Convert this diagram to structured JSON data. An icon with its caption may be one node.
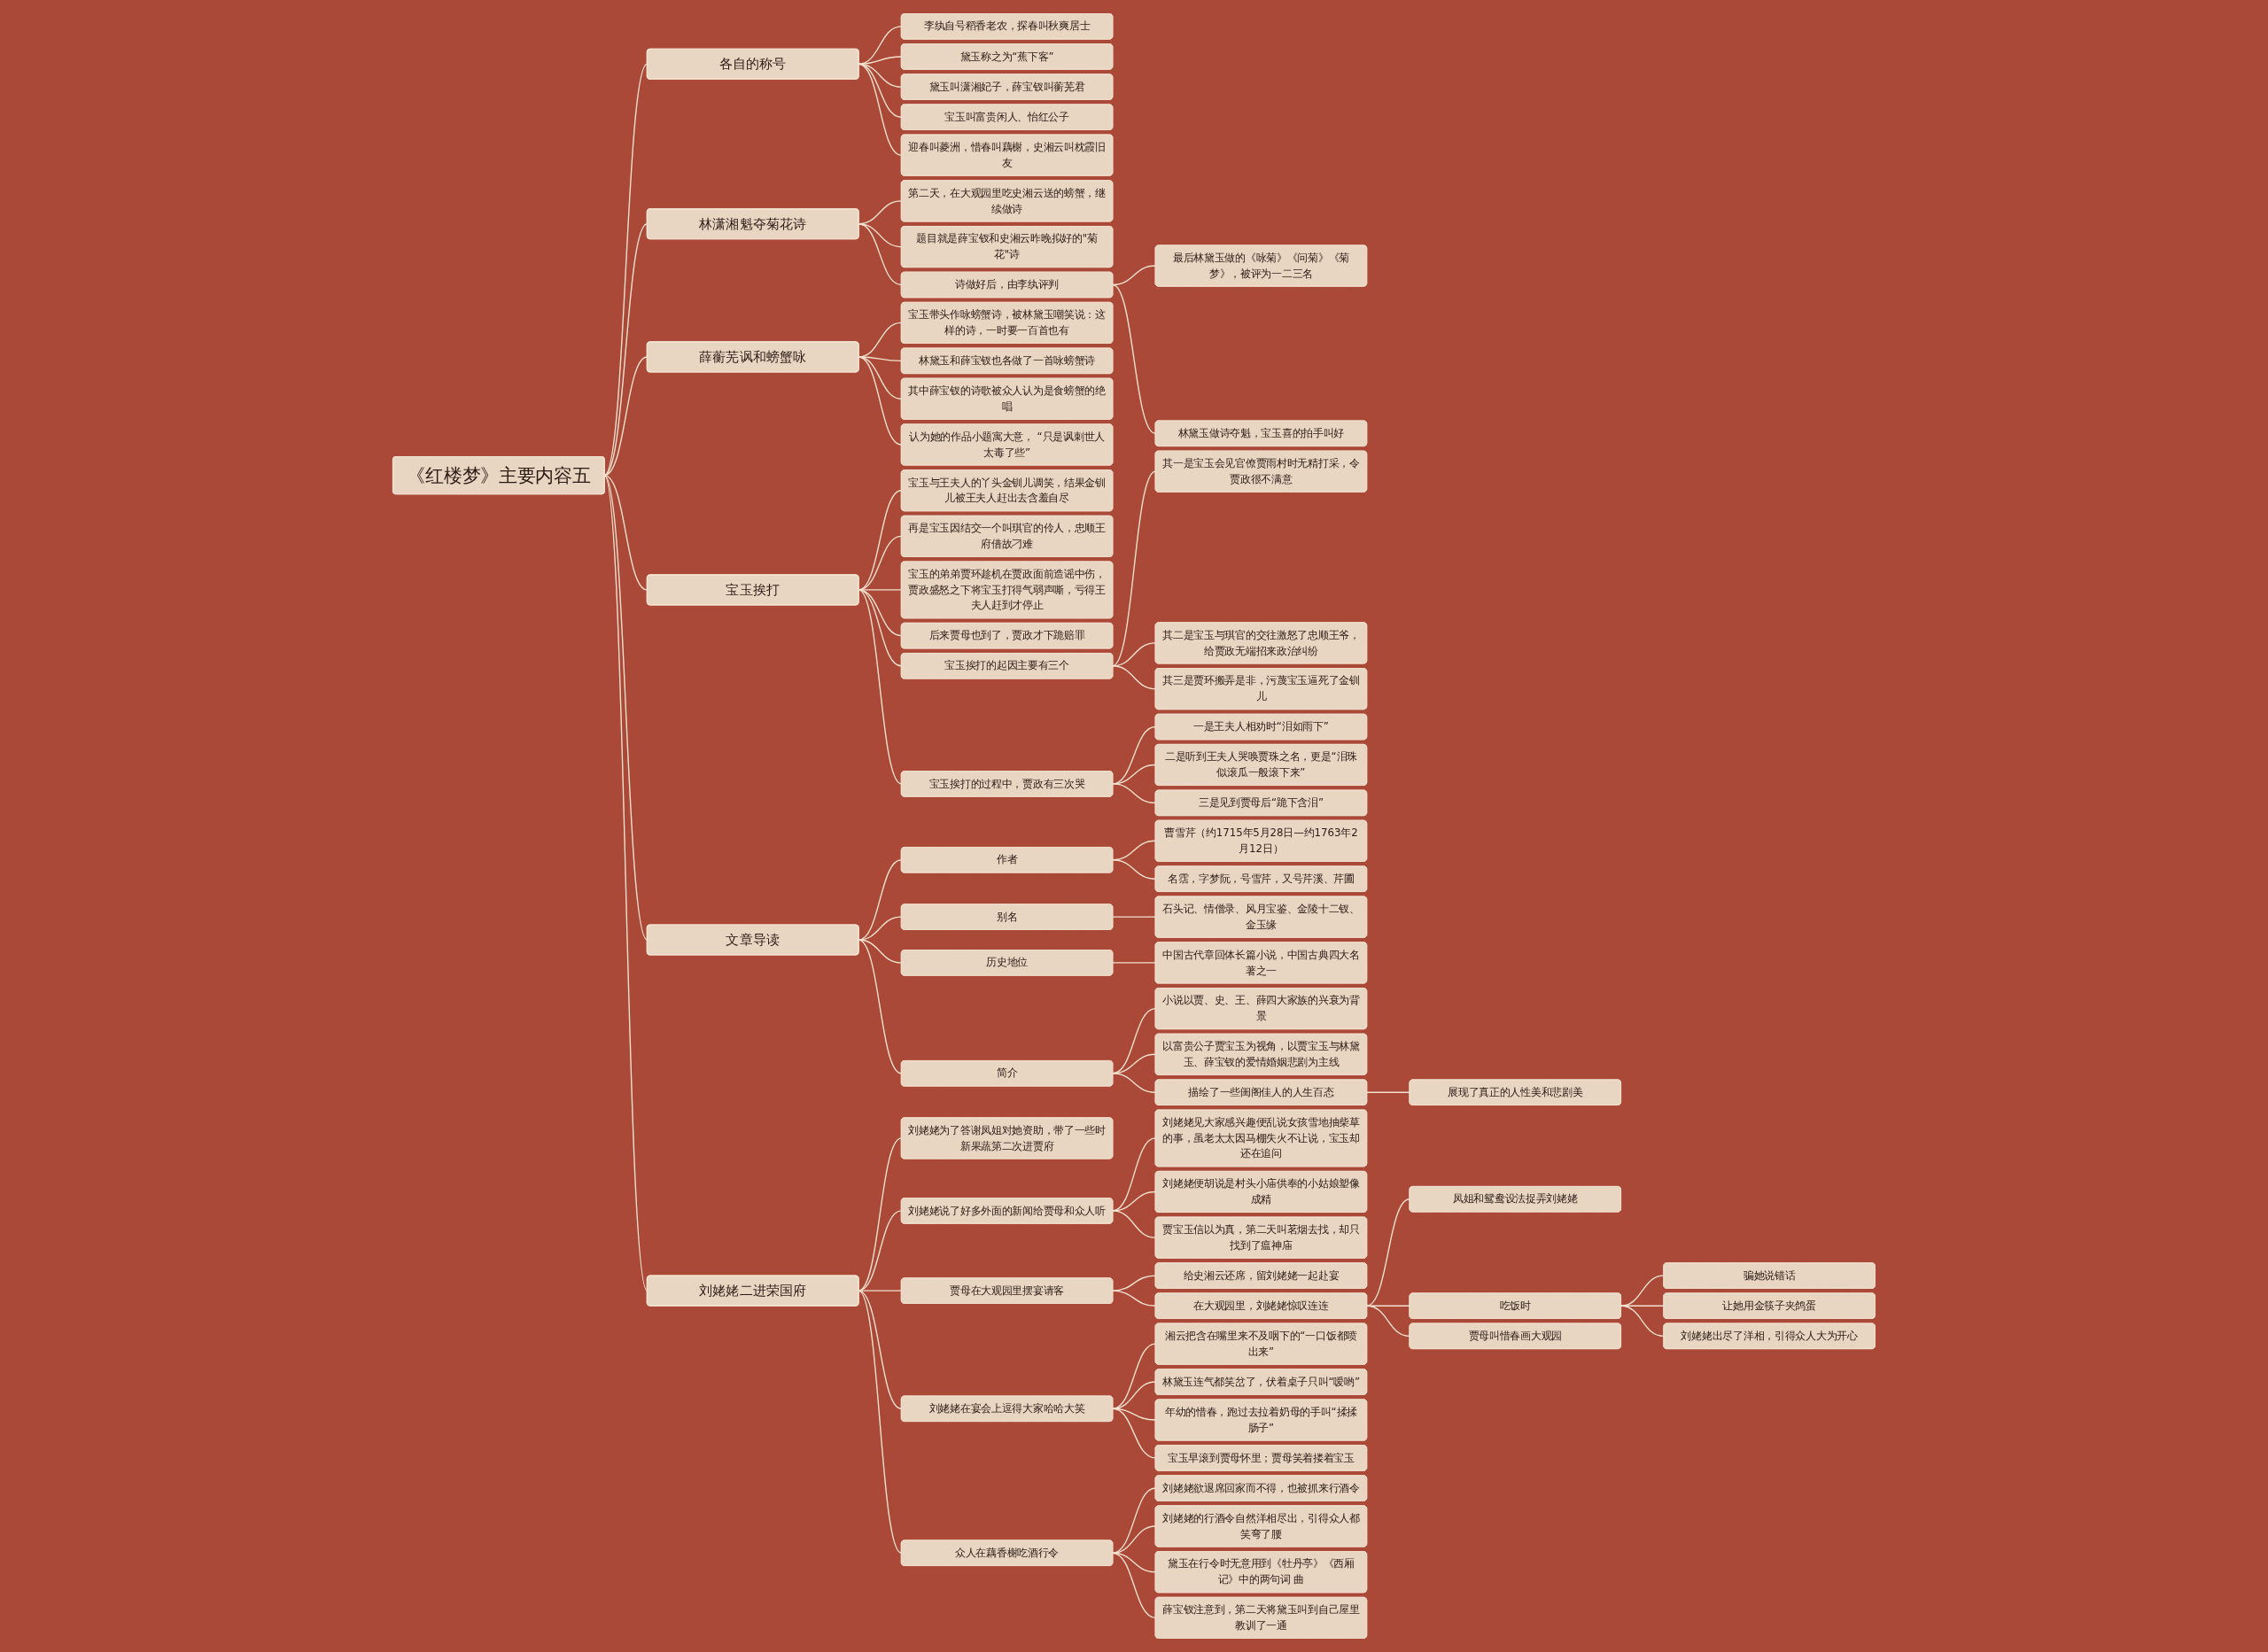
{
  "diagram": {
    "nodes": [
      {
        "text": [
          "《红楼梦》主要内容五"
        ]
      },
      {
        "text": [
          "各自的称号"
        ]
      },
      {
        "text": [
          "李纨自号稻香老农，探春叫秋爽居士"
        ]
      },
      {
        "text": [
          "黛玉称之为“蕉下客”"
        ]
      },
      {
        "text": [
          "黛玉叫潇湘妃子，薛宝钗叫蘅芜君"
        ]
      },
      {
        "text": [
          "宝玉叫富贵闲人、怡红公子"
        ]
      },
      {
        "text": [
          "迎春叫菱洲，惜春叫藕榭，史湘云叫枕霞旧友"
        ]
      },
      {
        "text": [
          "林潇湘魁夺菊花诗"
        ]
      },
      {
        "text": [
          "第二天，在大观园里吃史湘云送的螃蟹，继续做诗"
        ]
      },
      {
        "text": [
          "题目就是薛宝钗和史湘云昨晚拟好的\"菊花\"诗"
        ]
      },
      {
        "text": [
          "诗做好后，由李纨评判"
        ]
      },
      {
        "text": [
          "最后林黛玉做的《咏菊》《问菊》《菊梦》，被评为一二三名"
        ]
      },
      {
        "text": [
          "林黛玉做诗夺魁，宝玉喜的拍手叫好"
        ]
      },
      {
        "text": [
          "薛蘅芜讽和螃蟹咏"
        ]
      },
      {
        "text": [
          "宝玉带头作咏螃蟹诗，被林黛玉嘲笑说：这样的诗，一时要一百首也有"
        ]
      },
      {
        "text": [
          "林黛玉和薛宝钗也各做了一首咏螃蟹诗"
        ]
      },
      {
        "text": [
          "其中薛宝钗的诗歌被众人认为是食螃蟹的绝唱"
        ]
      },
      {
        "text": [
          "认为她的作品小题寓大意， “只是讽刺世人太毒了些”"
        ]
      },
      {
        "text": [
          "宝玉挨打"
        ]
      },
      {
        "text": [
          "宝玉与王夫人的丫头金钏儿调笑，结果金钏儿被王夫人赶出去含羞自尽"
        ]
      },
      {
        "text": [
          "再是宝玉因结交一个叫琪官的伶人，忠顺王府借故刁难"
        ]
      },
      {
        "text": [
          "宝玉的弟弟贾环趁机在贾政面前造谣中伤，贾政盛怒之下将宝玉打得气弱声嘶，亏得王夫人赶到才停止"
        ]
      },
      {
        "text": [
          "后来贾母也到了，贾政才下跪赔罪"
        ]
      },
      {
        "text": [
          "宝玉挨打的起因主要有三个"
        ]
      },
      {
        "text": [
          "其一是宝玉会见官僚贾雨村时无精打采，令贾政很不满意"
        ]
      },
      {
        "text": [
          "其二是宝玉与琪官的交往激怒了忠顺王爷，给贾政无端招来政治纠纷"
        ]
      },
      {
        "text": [
          "其三是贾环搬弄是非，污蔑宝玉逼死了金钏儿"
        ]
      },
      {
        "text": [
          "宝玉挨打的过程中，贾政有三次哭"
        ]
      },
      {
        "text": [
          "一是王夫人相劝时“泪如雨下”"
        ]
      },
      {
        "text": [
          "二是听到王夫人哭唤贾珠之名，更是“泪珠似滚瓜一般滚下来”"
        ]
      },
      {
        "text": [
          "三是见到贾母后“跪下含泪”"
        ]
      },
      {
        "text": [
          "文章导读"
        ]
      },
      {
        "text": [
          "作者"
        ]
      },
      {
        "text": [
          "曹雪芹（约1715年5月28日—约1763年2月12日）"
        ]
      },
      {
        "text": [
          "名霑，字梦阮，号雪芹，又号芹溪、芹圃"
        ]
      },
      {
        "text": [
          "别名"
        ]
      },
      {
        "text": [
          "石头记、情僧录、风月宝鉴、金陵十二钗、金玉缘"
        ]
      },
      {
        "text": [
          "历史地位"
        ]
      },
      {
        "text": [
          "中国古代章回体长篇小说，中国古典四大名著之一"
        ]
      },
      {
        "text": [
          "简介"
        ]
      },
      {
        "text": [
          "小说以贾、史、王、薛四大家族的兴衰为背景"
        ]
      },
      {
        "text": [
          "以富贵公子贾宝玉为视角，以贾宝玉与林黛玉、薛宝钗的爱情婚姻悲剧为主线"
        ]
      },
      {
        "text": [
          "描绘了一些闺阁佳人的人生百态"
        ]
      },
      {
        "text": [
          "展现了真正的人性美和悲剧美"
        ]
      },
      {
        "text": [
          "刘姥姥二进荣国府"
        ]
      },
      {
        "text": [
          "刘姥姥为了答谢凤姐对她资助，带了一些时新果蔬第二次进贾府"
        ]
      },
      {
        "text": [
          "刘姥姥说了好多外面的新闻给贾母和众人听"
        ]
      },
      {
        "text": [
          "刘姥姥见大家感兴趣便乱说女孩雪地抽柴草的事，虽老太太因马棚失火不让说，宝玉却还在追问"
        ]
      },
      {
        "text": [
          "刘姥姥便胡说是村头小庙供奉的小姑娘塑像成精"
        ]
      },
      {
        "text": [
          "贾宝玉信以为真，第二天叫茗烟去找，却只找到了瘟神庙"
        ]
      },
      {
        "text": [
          "贾母在大观园里摆宴请客"
        ]
      },
      {
        "text": [
          "给史湘云还席，留刘姥姥一起赴宴"
        ]
      },
      {
        "text": [
          "在大观园里，刘姥姥惊叹连连"
        ]
      },
      {
        "text": [
          "凤姐和鸳鸯设法捉弄刘姥姥"
        ]
      },
      {
        "text": [
          "吃饭时"
        ]
      },
      {
        "text": [
          "骗她说错话"
        ]
      },
      {
        "text": [
          "让她用金筷子夹鸽蛋"
        ]
      },
      {
        "text": [
          "刘姥姥出尽了洋相，引得众人大为开心"
        ]
      },
      {
        "text": [
          "贾母叫惜春画大观园"
        ]
      },
      {
        "text": [
          "刘姥姥在宴会上逗得大家哈哈大笑"
        ]
      },
      {
        "text": [
          "湘云把含在嘴里来不及咽下的“一口饭都喷出来”"
        ]
      },
      {
        "text": [
          "林黛玉连气都笑岔了，伏着桌子只叫“嗳哟”"
        ]
      },
      {
        "text": [
          "年幼的惜春，跑过去拉着奶母的手叫“揉揉肠子”"
        ]
      },
      {
        "text": [
          "宝玉早滚到贾母怀里；贾母笑着搂着宝玉"
        ]
      },
      {
        "text": [
          "众人在藕香榭吃酒行令"
        ]
      },
      {
        "text": [
          "刘姥姥欲退席回家而不得，也被抓来行酒令"
        ]
      },
      {
        "text": [
          "刘姥姥的行酒令自然洋相尽出，引得众人都笑弯了腰"
        ]
      },
      {
        "text": [
          "黛玉在行令时无意用到《牡丹亭》《西厢记》中的两句词 曲"
        ]
      },
      {
        "text": [
          "薛宝钗注意到，第二天将黛玉叫到自己屋里教训了一通"
        ]
      }
    ],
    "edges": [
      {
        "from": 0,
        "to": 1,
        "arrow": "none"
      },
      {
        "from": 1,
        "to": 2,
        "arrow": "none"
      },
      {
        "from": 1,
        "to": 3,
        "arrow": "none"
      },
      {
        "from": 1,
        "to": 4,
        "arrow": "none"
      },
      {
        "from": 1,
        "to": 5,
        "arrow": "none"
      },
      {
        "from": 1,
        "to": 6,
        "arrow": "none"
      },
      {
        "from": 0,
        "to": 7,
        "arrow": "none"
      },
      {
        "from": 7,
        "to": 8,
        "arrow": "none"
      },
      {
        "from": 7,
        "to": 9,
        "arrow": "none"
      },
      {
        "from": 7,
        "to": 10,
        "arrow": "none"
      },
      {
        "from": 10,
        "to": 11,
        "arrow": "none"
      },
      {
        "from": 10,
        "to": 12,
        "arrow": "none"
      },
      {
        "from": 0,
        "to": 13,
        "arrow": "none"
      },
      {
        "from": 13,
        "to": 14,
        "arrow": "none"
      },
      {
        "from": 13,
        "to": 15,
        "arrow": "none"
      },
      {
        "from": 13,
        "to": 16,
        "arrow": "none"
      },
      {
        "from": 13,
        "to": 17,
        "arrow": "none"
      },
      {
        "from": 0,
        "to": 18,
        "arrow": "none"
      },
      {
        "from": 18,
        "to": 19,
        "arrow": "none"
      },
      {
        "from": 18,
        "to": 20,
        "arrow": "none"
      },
      {
        "from": 18,
        "to": 21,
        "arrow": "none"
      },
      {
        "from": 18,
        "to": 22,
        "arrow": "none"
      },
      {
        "from": 18,
        "to": 23,
        "arrow": "none"
      },
      {
        "from": 23,
        "to": 24,
        "arrow": "none"
      },
      {
        "from": 23,
        "to": 25,
        "arrow": "none"
      },
      {
        "from": 23,
        "to": 26,
        "arrow": "none"
      },
      {
        "from": 18,
        "to": 27,
        "arrow": "none"
      },
      {
        "from": 27,
        "to": 28,
        "arrow": "none"
      },
      {
        "from": 27,
        "to": 29,
        "arrow": "none"
      },
      {
        "from": 27,
        "to": 30,
        "arrow": "none"
      },
      {
        "from": 0,
        "to": 31,
        "arrow": "none"
      },
      {
        "from": 31,
        "to": 32,
        "arrow": "none"
      },
      {
        "from": 32,
        "to": 33,
        "arrow": "none"
      },
      {
        "from": 32,
        "to": 34,
        "arrow": "none"
      },
      {
        "from": 31,
        "to": 35,
        "arrow": "none"
      },
      {
        "from": 35,
        "to": 36,
        "arrow": "none"
      },
      {
        "from": 31,
        "to": 37,
        "arrow": "none"
      },
      {
        "from": 37,
        "to": 38,
        "arrow": "none"
      },
      {
        "from": 31,
        "to": 39,
        "arrow": "none"
      },
      {
        "from": 39,
        "to": 40,
        "arrow": "none"
      },
      {
        "from": 39,
        "to": 41,
        "arrow": "none"
      },
      {
        "from": 39,
        "to": 42,
        "arrow": "none"
      },
      {
        "from": 42,
        "to": 43,
        "arrow": "none"
      },
      {
        "from": 0,
        "to": 44,
        "arrow": "none"
      },
      {
        "from": 44,
        "to": 45,
        "arrow": "none"
      },
      {
        "from": 44,
        "to": 46,
        "arrow": "none"
      },
      {
        "from": 46,
        "to": 47,
        "arrow": "none"
      },
      {
        "from": 46,
        "to": 48,
        "arrow": "none"
      },
      {
        "from": 46,
        "to": 49,
        "arrow": "none"
      },
      {
        "from": 44,
        "to": 50,
        "arrow": "none"
      },
      {
        "from": 50,
        "to": 51,
        "arrow": "none"
      },
      {
        "from": 50,
        "to": 52,
        "arrow": "none"
      },
      {
        "from": 52,
        "to": 53,
        "arrow": "none"
      },
      {
        "from": 52,
        "to": 54,
        "arrow": "none"
      },
      {
        "from": 54,
        "to": 55,
        "arrow": "none"
      },
      {
        "from": 54,
        "to": 56,
        "arrow": "none"
      },
      {
        "from": 54,
        "to": 57,
        "arrow": "none"
      },
      {
        "from": 52,
        "to": 58,
        "arrow": "none"
      },
      {
        "from": 44,
        "to": 59,
        "arrow": "none"
      },
      {
        "from": 59,
        "to": 60,
        "arrow": "none"
      },
      {
        "from": 59,
        "to": 61,
        "arrow": "none"
      },
      {
        "from": 59,
        "to": 62,
        "arrow": "none"
      },
      {
        "from": 59,
        "to": 63,
        "arrow": "none"
      },
      {
        "from": 44,
        "to": 64,
        "arrow": "none"
      },
      {
        "from": 64,
        "to": 65,
        "arrow": "none"
      },
      {
        "from": 64,
        "to": 66,
        "arrow": "none"
      },
      {
        "from": 64,
        "to": 67,
        "arrow": "none"
      },
      {
        "from": 64,
        "to": 68,
        "arrow": "none"
      }
    ]
  }
}
